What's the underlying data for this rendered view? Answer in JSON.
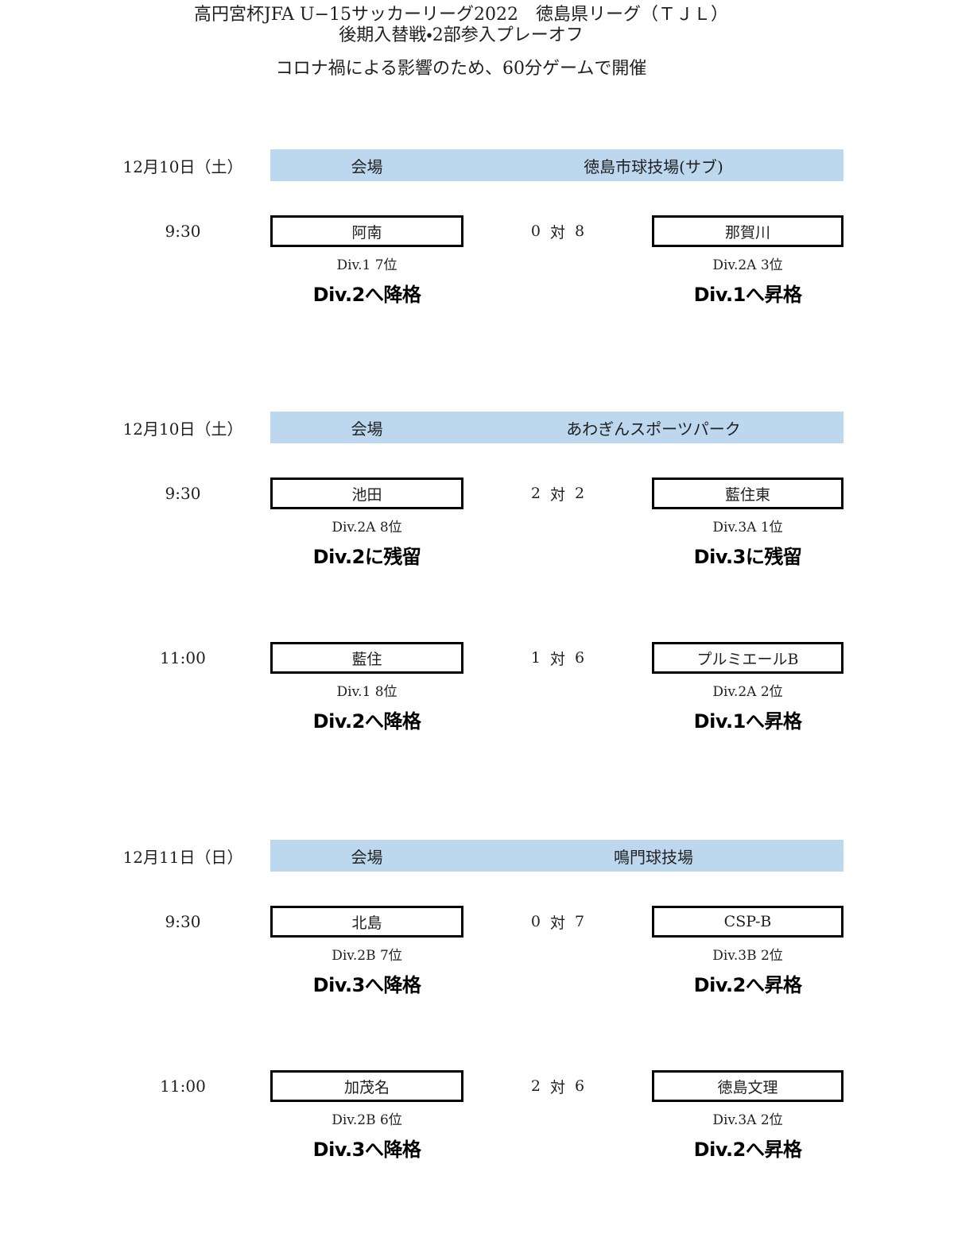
{
  "page": {
    "title_line1": "高円宮杯JFA U−15サッカーリーグ2022　徳島県リーグ（ＴＪＬ）",
    "title_line2": "後期入替戦・2部参入プレーオフ",
    "note": "コロナ禍による影響のため、60分ゲームで開催"
  },
  "labels": {
    "venue_header": "会場",
    "vs": "対"
  },
  "colors": {
    "band_blue": "#BDD7EE",
    "box_border": "#000000",
    "text": "#1F1F1F"
  },
  "sections": [
    {
      "date": "12月10日（土）",
      "venue": "徳島市球技場(サブ)",
      "matches": [
        {
          "time": "9:30",
          "home": {
            "name": "阿南",
            "rank": "Div.1 7位",
            "outcome": "Div.2へ降格"
          },
          "score": {
            "home": "0",
            "away": "8"
          },
          "away": {
            "name": "那賀川",
            "rank": "Div.2A 3位",
            "outcome": "Div.1へ昇格"
          }
        }
      ]
    },
    {
      "date": "12月10日（土）",
      "venue": "あわぎんスポーツパーク",
      "matches": [
        {
          "time": "9:30",
          "home": {
            "name": "池田",
            "rank": "Div.2A 8位",
            "outcome": "Div.2に残留"
          },
          "score": {
            "home": "2",
            "away": "2"
          },
          "away": {
            "name": "藍住東",
            "rank": "Div.3A 1位",
            "outcome": "Div.3に残留"
          }
        },
        {
          "time": "11:00",
          "home": {
            "name": "藍住",
            "rank": "Div.1 8位",
            "outcome": "Div.2へ降格"
          },
          "score": {
            "home": "1",
            "away": "6"
          },
          "away": {
            "name": "プルミエールB",
            "rank": "Div.2A 2位",
            "outcome": "Div.1へ昇格"
          }
        }
      ]
    },
    {
      "date": "12月11日（日）",
      "venue": "鳴門球技場",
      "matches": [
        {
          "time": "9:30",
          "home": {
            "name": "北島",
            "rank": "Div.2B 7位",
            "outcome": "Div.3へ降格"
          },
          "score": {
            "home": "0",
            "away": "7"
          },
          "away": {
            "name": "CSP-B",
            "rank": "Div.3B 2位",
            "outcome": "Div.2へ昇格"
          }
        },
        {
          "time": "11:00",
          "home": {
            "name": "加茂名",
            "rank": "Div.2B 6位",
            "outcome": "Div.3へ降格"
          },
          "score": {
            "home": "2",
            "away": "6"
          },
          "away": {
            "name": "徳島文理",
            "rank": "Div.3A 2位",
            "outcome": "Div.2へ昇格"
          }
        }
      ]
    }
  ]
}
